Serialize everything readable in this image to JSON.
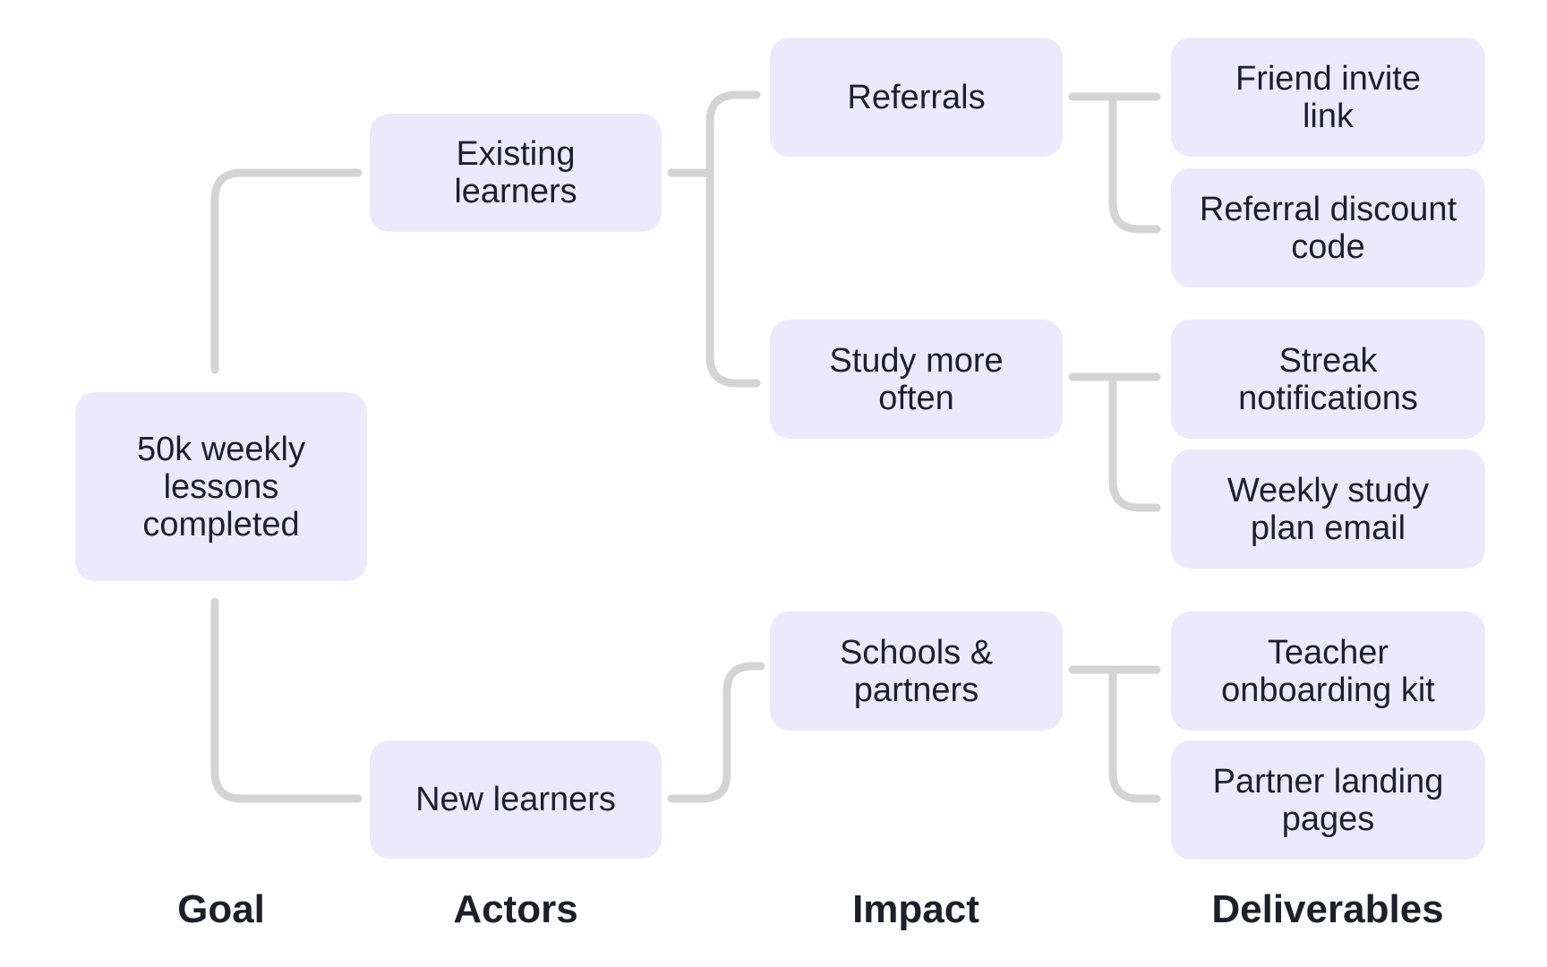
{
  "columns": {
    "goal": "Goal",
    "actors": "Actors",
    "impact": "Impact",
    "deliverables": "Deliverables"
  },
  "goal": {
    "label": "50k weekly\nlessons\ncompleted"
  },
  "actors": {
    "existing": "Existing\nlearners",
    "new": "New learners"
  },
  "impacts": {
    "referrals": "Referrals",
    "study_more": "Study more\noften",
    "schools": "Schools &\npartners"
  },
  "deliverables": {
    "friend_invite": "Friend invite\nlink",
    "referral_discount": "Referral discount\ncode",
    "streak": "Streak\nnotifications",
    "weekly_plan": "Weekly study\nplan email",
    "teacher_kit": "Teacher\nonboarding kit",
    "partner_pages": "Partner landing\npages"
  },
  "colors": {
    "node_fill": "#ece9fc",
    "connector": "#d4d4d4",
    "text": "#1f1f2b"
  }
}
